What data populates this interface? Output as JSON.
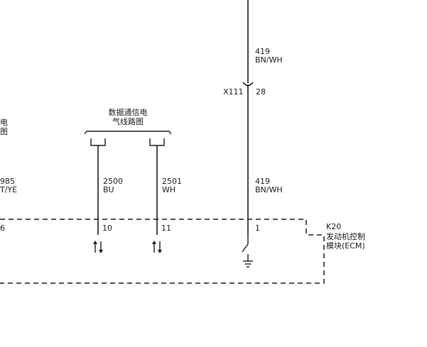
{
  "colors": {
    "line": "#1a1a1a",
    "background": "#ffffff"
  },
  "left_fragment": {
    "ref_top_1": "电",
    "ref_top_2": "图",
    "wire_number": "985",
    "wire_color": "T/YE",
    "pin": "6"
  },
  "data_comm_ref": {
    "line1": "数据通信电",
    "line2": "气线路图"
  },
  "wires": [
    {
      "number": "2500",
      "color": "BU",
      "pin": "10"
    },
    {
      "number": "2501",
      "color": "WH",
      "pin": "11"
    }
  ],
  "power_wire": {
    "upper_number": "419",
    "upper_color": "BN/WH",
    "connector": "X111",
    "connector_pin": "28",
    "lower_number": "419",
    "lower_color": "BN/WH",
    "pin": "1"
  },
  "module": {
    "ref": "K20",
    "name_line1": "发动机控制",
    "name_line2": "模块(ECM)"
  },
  "icons": {
    "bidirectional": "bidirectional-arrows-icon",
    "ground": "ground-icon",
    "switch": "switch-icon"
  }
}
